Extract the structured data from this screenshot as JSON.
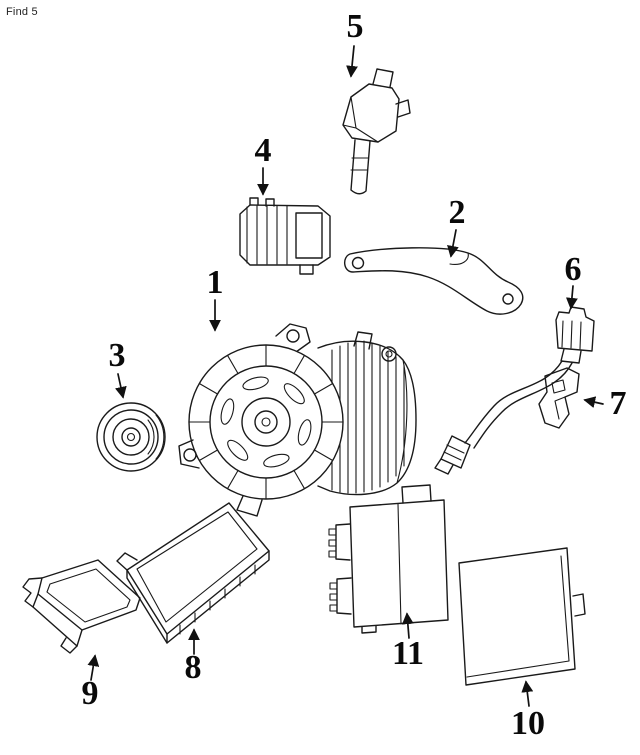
{
  "header": {
    "find_label": "Find 5"
  },
  "diagram": {
    "type": "exploded-parts-line-drawing",
    "colors": {
      "line": "#1a1a1a",
      "background": "#ffffff",
      "callout_text": "#0a0a0a"
    },
    "parts": [
      {
        "number": "1"
      },
      {
        "number": "2"
      },
      {
        "number": "3"
      },
      {
        "number": "4"
      },
      {
        "number": "5"
      },
      {
        "number": "6"
      },
      {
        "number": "7"
      },
      {
        "number": "8"
      },
      {
        "number": "9"
      },
      {
        "number": "10"
      },
      {
        "number": "11"
      }
    ]
  }
}
